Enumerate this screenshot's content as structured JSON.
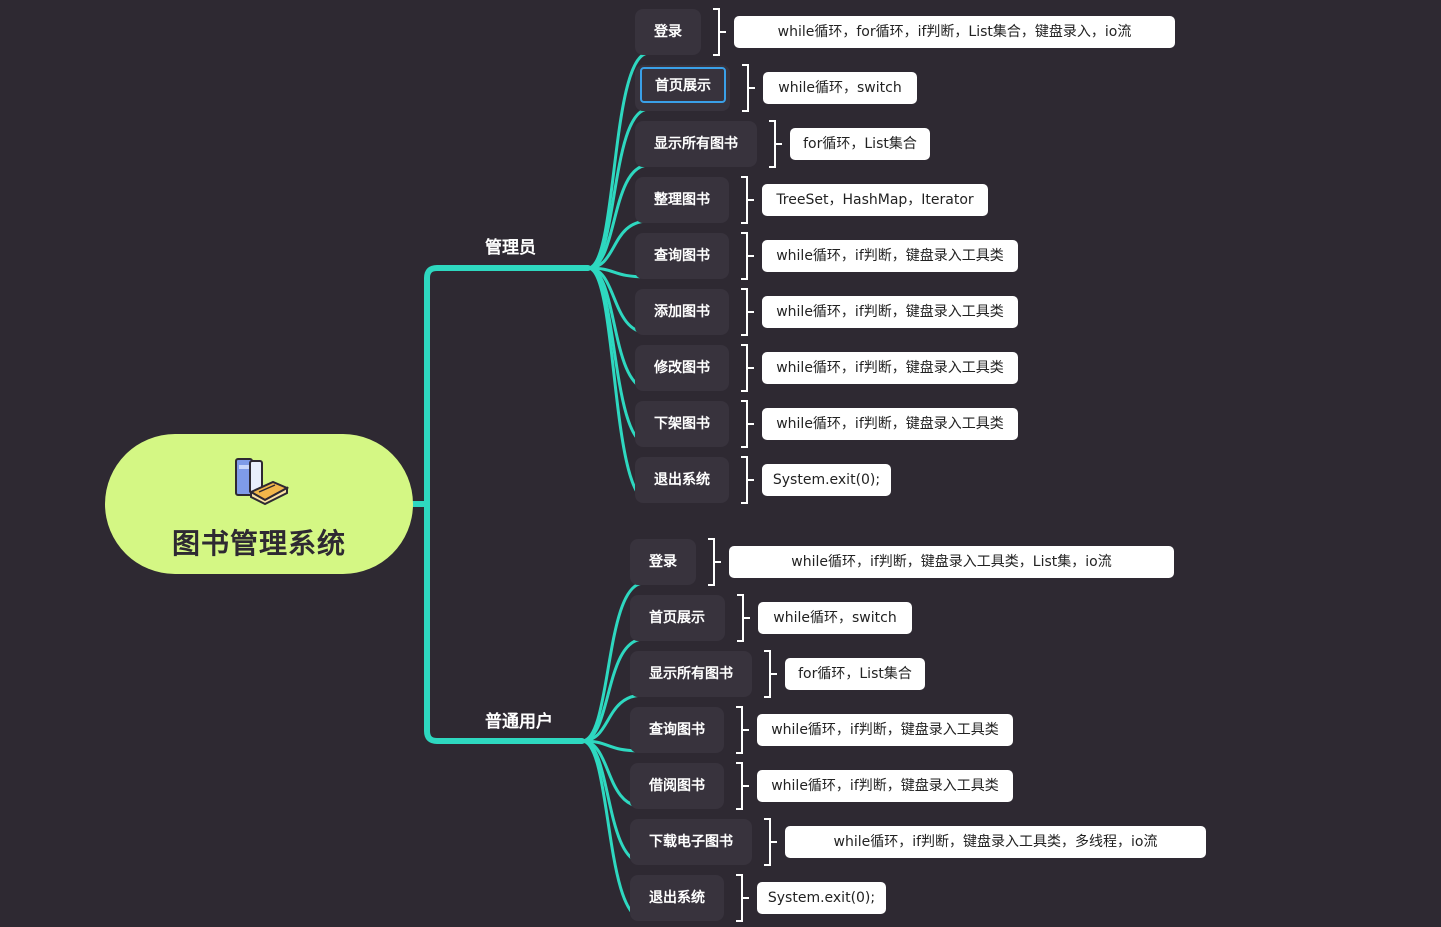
{
  "root": {
    "title": "图书管理系统",
    "icon": "books-icon",
    "color": "#d4f784"
  },
  "colors": {
    "background": "#2e2932",
    "connector": "#2ed8c0",
    "leaf": "#38333d",
    "note": "#ffffff",
    "selection": "#3aa0e8"
  },
  "branches": [
    {
      "label": "管理员",
      "items": [
        {
          "label": "登录",
          "note": "while循环，for循环，if判断，List集合，键盘录入，io流"
        },
        {
          "label": "首页展示",
          "note": "while循环，switch",
          "selected": true
        },
        {
          "label": "显示所有图书",
          "note": "for循环，List集合"
        },
        {
          "label": "整理图书",
          "note": "TreeSet，HashMap，Iterator"
        },
        {
          "label": "查询图书",
          "note": "while循环，if判断，键盘录入工具类"
        },
        {
          "label": "添加图书",
          "note": "while循环，if判断，键盘录入工具类"
        },
        {
          "label": "修改图书",
          "note": "while循环，if判断，键盘录入工具类"
        },
        {
          "label": "下架图书",
          "note": "while循环，if判断，键盘录入工具类"
        },
        {
          "label": "退出系统",
          "note": "System.exit(0);"
        }
      ]
    },
    {
      "label": "普通用户",
      "items": [
        {
          "label": "登录",
          "note": "while循环，if判断，键盘录入工具类，List集，io流"
        },
        {
          "label": "首页展示",
          "note": "while循环，switch"
        },
        {
          "label": "显示所有图书",
          "note": "for循环，List集合"
        },
        {
          "label": "查询图书",
          "note": "while循环，if判断，键盘录入工具类"
        },
        {
          "label": "借阅图书",
          "note": "while循环，if判断，键盘录入工具类"
        },
        {
          "label": "下载电子图书",
          "note": "while循环，if判断，键盘录入工具类，多线程，io流"
        },
        {
          "label": "退出系统",
          "note": "System.exit(0);"
        }
      ]
    }
  ]
}
